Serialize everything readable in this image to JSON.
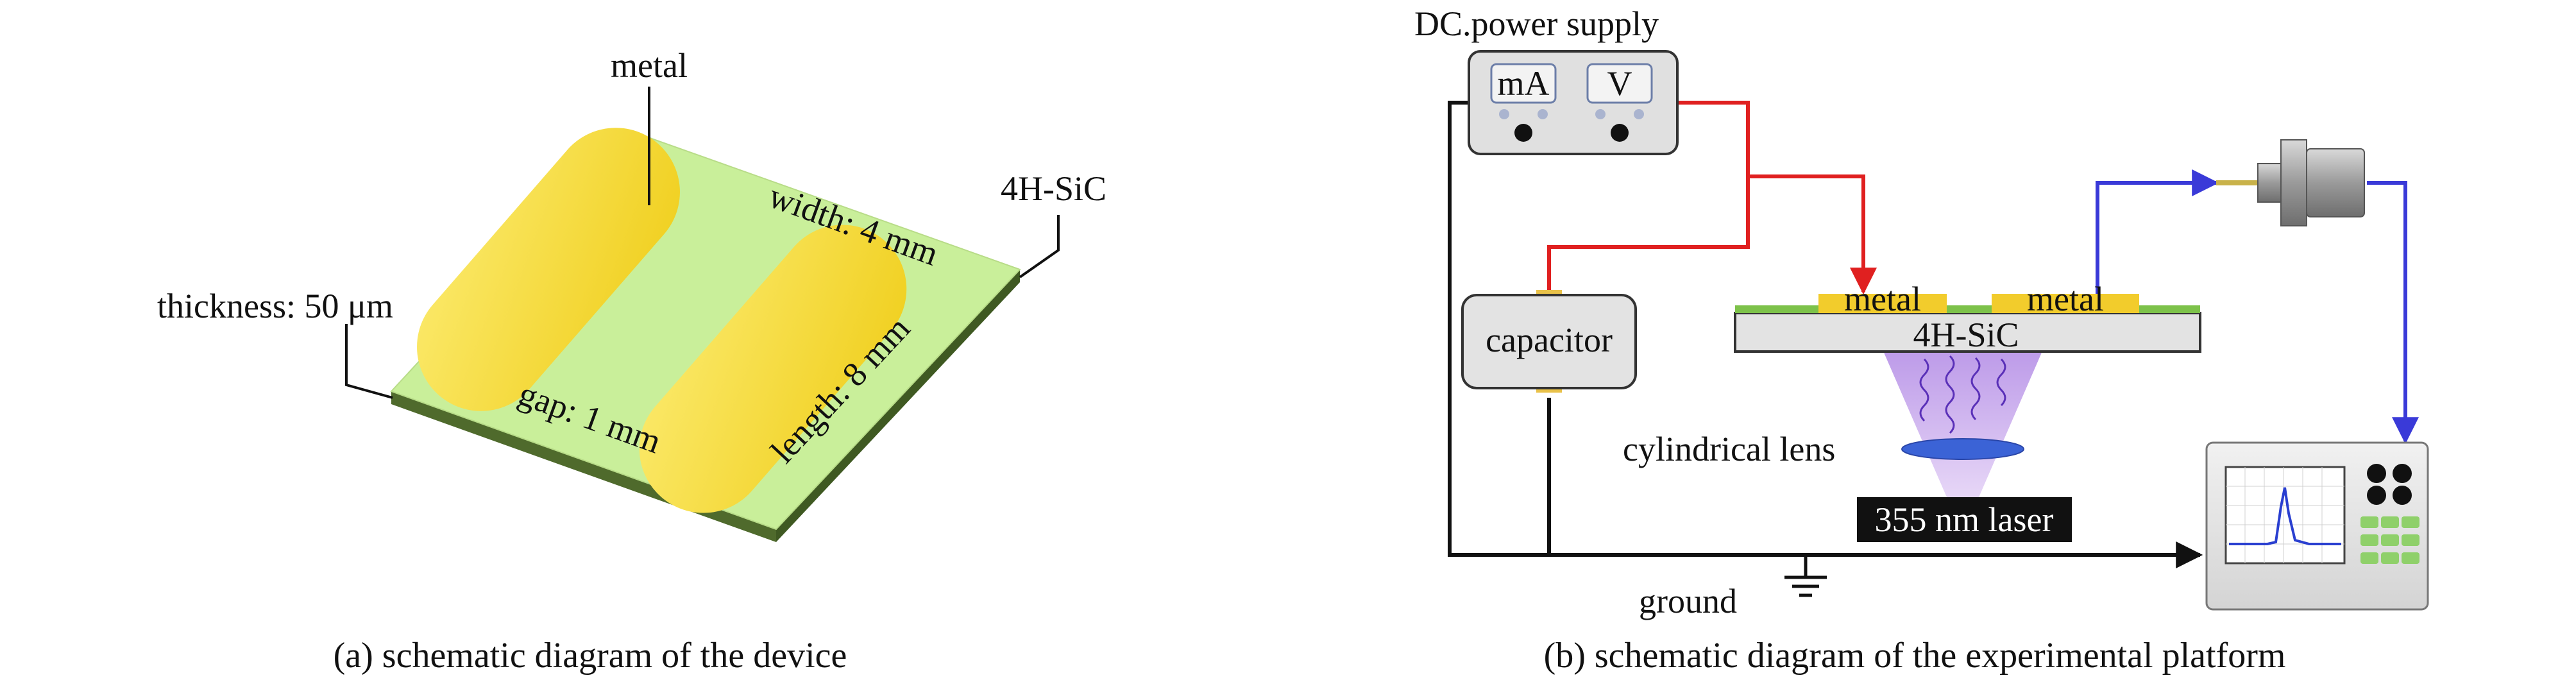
{
  "panel_a": {
    "label_metal": "metal",
    "label_substrate": "4H-SiC",
    "label_thickness": "thickness: 50 μm",
    "label_width": "width: 4 mm",
    "label_length": "length: 8 mm",
    "label_gap": "gap: 1 mm",
    "caption": "(a) schematic diagram of the device"
  },
  "panel_b": {
    "power_supply_title": "DC.power supply",
    "meter_ma": "mA",
    "meter_v": "V",
    "capacitor_label": "capacitor",
    "metal_left": "metal",
    "metal_right": "metal",
    "substrate_label": "4H-SiC",
    "lens_label": "cylindrical lens",
    "laser_label": "355 nm laser",
    "ground_label": "ground",
    "caption": "(b) schematic diagram of the experimental platform"
  },
  "colors": {
    "substrate_green": "#c9ef9a",
    "metal_yellow": "#f7dc3a",
    "wire_red": "#e02020",
    "wire_blue": "#3a3ad8",
    "laser_purple": "#c9a6ec",
    "lens_blue": "#3b63d6"
  },
  "icons": [
    "power-supply-icon",
    "photodetector-icon",
    "oscilloscope-icon",
    "ground-symbol-icon"
  ]
}
